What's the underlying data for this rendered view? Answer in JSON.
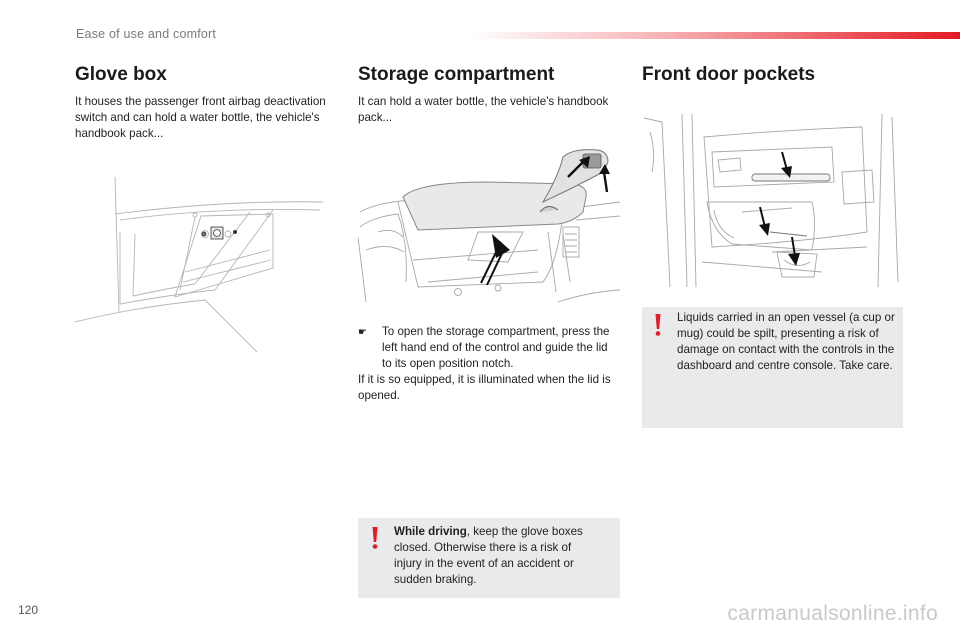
{
  "header": {
    "section": "Ease of use and comfort"
  },
  "glove_box": {
    "title": "Glove box",
    "text": "It houses the passenger front airbag deactivation switch and can hold a water bottle, the vehicle's handbook pack..."
  },
  "storage": {
    "title": "Storage compartment",
    "text": "It can hold a water bottle, the vehicle's handbook pack...",
    "bullet_symbol": "☛",
    "instruction": "To open the storage compartment, press the left hand end of the control and guide the lid to its open position notch.",
    "note": "If it is so equipped, it is illuminated when the lid is opened.",
    "warning_bold": "While driving",
    "warning_rest": ", keep the glove boxes closed. Otherwise there is a risk of injury in the event of an accident or sudden braking."
  },
  "door_pockets": {
    "title": "Front door pockets",
    "warning": "Liquids carried in an open vessel (a cup or mug) could be spilt, presenting a risk of damage on contact with the controls in the dashboard and centre console. Take care."
  },
  "colors": {
    "accent": "#e31b23",
    "warning_bg": "#e9eaeb"
  },
  "icons": {
    "warning": "exclamation-icon",
    "bullet": "pointing-hand-icon"
  },
  "footer": {
    "page_number": "120",
    "watermark": "carmanualsonline.info"
  }
}
